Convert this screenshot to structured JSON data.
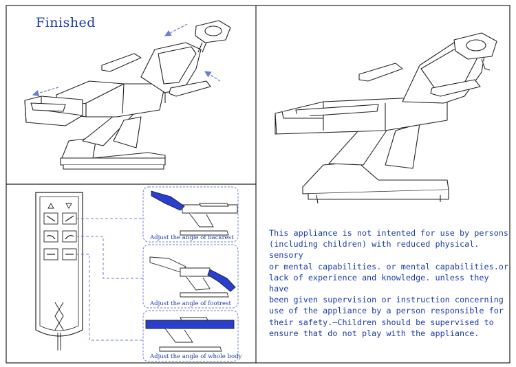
{
  "panels": {
    "finished_title": "Finished",
    "remote": {
      "up_icon": "up-triangle-icon",
      "down_icon": "down-triangle-icon",
      "button_rows": 3
    },
    "captions": [
      "Adjust the angle of backrest",
      "Adjust the angle of footrest",
      "Adjust the angle of whole body"
    ],
    "warning_lines": [
      "This appliance is not intented for use by persons",
      "(including children) with reduced physical. sensory",
      "or mental capabilities. or mental capabilities.or",
      "lack of experience and knowledge. unless they have",
      "been given supervision or instruction concerning",
      "use of the appliance by a person responsible for",
      "their safety.—Children should be supervised to",
      "ensure that do not play with the appliance."
    ]
  },
  "colors": {
    "line": "#222222",
    "accent_blue": "#1a3aa8",
    "highlight_blue": "#2a3fd0",
    "dash_blue": "#6a7fc8"
  }
}
